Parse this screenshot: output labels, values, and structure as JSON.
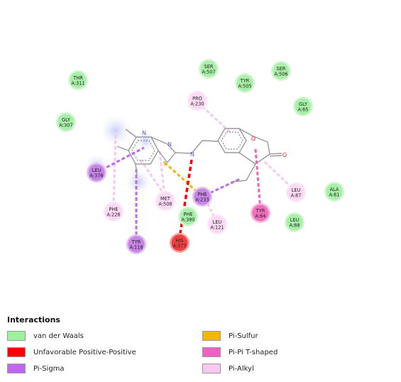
{
  "residues": [
    {
      "id": "thr311",
      "name": "THR",
      "chain_id": "A:311",
      "type": "vdw"
    },
    {
      "id": "gly307",
      "name": "GLY",
      "chain_id": "A:307",
      "type": "vdw"
    },
    {
      "id": "ser507",
      "name": "SER",
      "chain_id": "A:507",
      "type": "vdw"
    },
    {
      "id": "tyr505",
      "name": "TYR",
      "chain_id": "A:505",
      "type": "vdw"
    },
    {
      "id": "ser506",
      "name": "SER",
      "chain_id": "A:506",
      "type": "vdw"
    },
    {
      "id": "gly65",
      "name": "GLY",
      "chain_id": "A:65",
      "type": "vdw"
    },
    {
      "id": "pro230",
      "name": "PRO",
      "chain_id": "A:230",
      "type": "pi-alkyl"
    },
    {
      "id": "leu376",
      "name": "LEU",
      "chain_id": "A:376",
      "type": "pi-sigma"
    },
    {
      "id": "phe228",
      "name": "PHE",
      "chain_id": "A:228",
      "type": "pi-alkyl"
    },
    {
      "id": "met508",
      "name": "MET",
      "chain_id": "A:508",
      "type": "pi-alkyl"
    },
    {
      "id": "phe233",
      "name": "PHE",
      "chain_id": "A:233",
      "type": "pi-sigma"
    },
    {
      "id": "phe380",
      "name": "PHE",
      "chain_id": "A:380",
      "type": "vdw"
    },
    {
      "id": "leu121",
      "name": "LEU",
      "chain_id": "A:121",
      "type": "pi-alkyl"
    },
    {
      "id": "tyr118",
      "name": "TYR",
      "chain_id": "A:118",
      "type": "pi-sigma"
    },
    {
      "id": "his377",
      "name": "HIS",
      "chain_id": "A:377",
      "type": "unfavorable"
    },
    {
      "id": "tyr64",
      "name": "TYR",
      "chain_id": "A:64",
      "type": "pi-t"
    },
    {
      "id": "leu87",
      "name": "LEU",
      "chain_id": "A:87",
      "type": "pi-alkyl"
    },
    {
      "id": "ala61",
      "name": "ALA",
      "chain_id": "A:61",
      "type": "vdw"
    },
    {
      "id": "leu88",
      "name": "LEU",
      "chain_id": "A:88",
      "type": "vdw"
    }
  ],
  "atoms": {
    "n1": "N",
    "n2": "N",
    "s1": "S",
    "n3": "N",
    "o1": "O",
    "o2": "O"
  },
  "legend": {
    "title": "Interactions",
    "items": [
      {
        "label": "van der Waals",
        "color": "#9df29d",
        "border": "#9a9a9a"
      },
      {
        "label": "Unfavorable Positive-Positive",
        "color": "#ff0000",
        "border": "#9a9a9a"
      },
      {
        "label": "Pi-Sigma",
        "color": "#c066f0",
        "border": "#9a9a9a"
      },
      {
        "label": "Pi-Sulfur",
        "color": "#f2b800",
        "border": "#9a9a9a"
      },
      {
        "label": "Pi-Pi T-shaped",
        "color": "#f060c0",
        "border": "#9a9a9a"
      },
      {
        "label": "Pi-Alkyl",
        "color": "#f8c8f0",
        "border": "#9a9a9a"
      }
    ]
  },
  "colors": {
    "vdw_fill": "#a8f0a8",
    "vdw_stroke": "#d4f5d4",
    "pi_alkyl_fill": "#fcd9f4",
    "pi_alkyl_stroke": "#fbe6f8",
    "pi_sigma_fill": "#c784e6",
    "pi_sigma_stroke": "#e0c2f0",
    "unfavorable_fill": "#ee4040",
    "unfavorable_stroke": "#f7a0a0",
    "pi_t_fill": "#f26fbd",
    "pi_t_stroke": "#f8b8dc",
    "bond": "#9a9a9a",
    "nitrogen": "#5a5aee",
    "sulfur": "#b8a020",
    "oxygen": "#ee2020"
  }
}
